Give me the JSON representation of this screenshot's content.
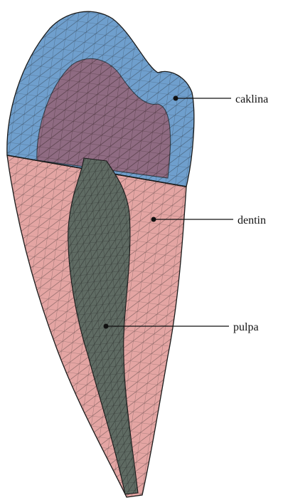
{
  "diagram": {
    "labels": {
      "enamel": "caklina",
      "dentin": "dentin",
      "pulp": "pulpa"
    },
    "colors": {
      "enamel": "#6f9fcd",
      "dentin": "#e4a5a3",
      "crown_dentin": "#9a5a6a",
      "pulp": "#5f6b63",
      "mesh": "#1a1a1a"
    }
  }
}
